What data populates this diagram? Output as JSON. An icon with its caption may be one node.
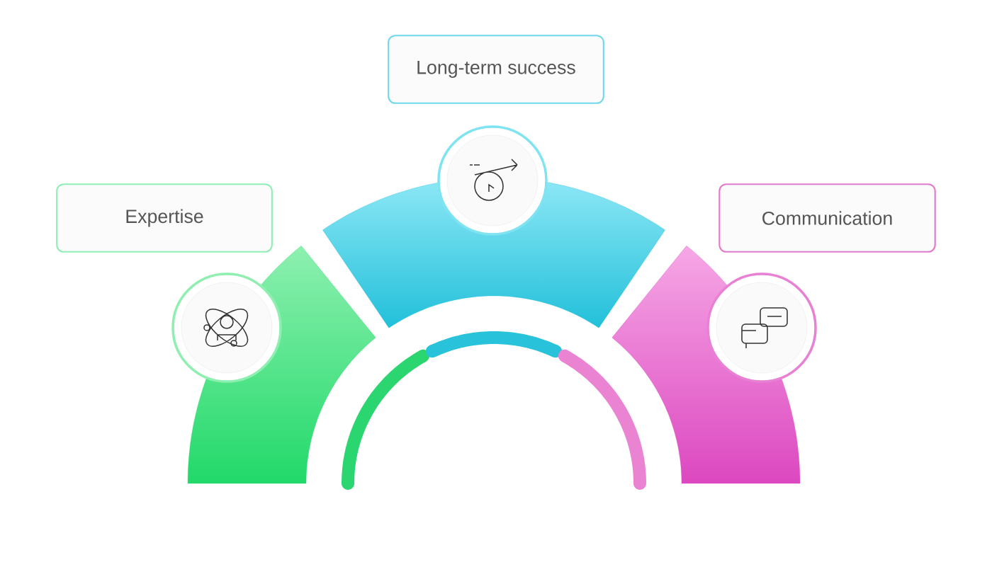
{
  "diagram": {
    "nodes": [
      {
        "text": [
          "Expertise"
        ]
      },
      {
        "text": [
          "Long-term success"
        ]
      },
      {
        "text": [
          "Communication"
        ]
      }
    ]
  }
}
